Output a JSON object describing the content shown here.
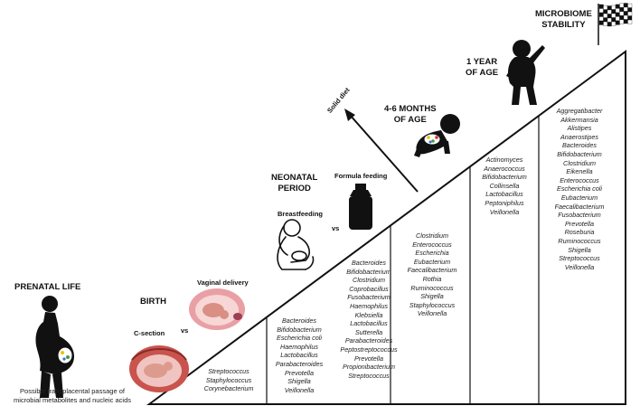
{
  "stages": {
    "prenatal": "PRENATAL LIFE",
    "birth": "BIRTH",
    "neonatal_line1": "NEONATAL",
    "neonatal_line2": "PERIOD",
    "months_line1": "4-6 MONTHS",
    "months_line2": "OF AGE",
    "year_line1": "1 YEAR",
    "year_line2": "OF AGE",
    "stability_line1": "MICROBIOME",
    "stability_line2": "STABILITY"
  },
  "labels": {
    "c_section": "C-section",
    "vaginal": "Vaginal delivery",
    "vs1": "vs",
    "breastfeeding": "Breastfeeding",
    "formula": "Formula feeding",
    "vs2": "vs",
    "solid_diet": "Solid diet"
  },
  "prenatal_caption": [
    "Possible transplacental passage of",
    "microbial metabolites and nucleic acids"
  ],
  "bacteria": {
    "c_section": [
      "Streptococcus",
      "Staphylococcus",
      "Corynebacterium"
    ],
    "vaginal": [
      "Bacteroides",
      "Bifidobacterium",
      "Escherichia coli",
      "Haemophilus",
      "Lactobacillus",
      "Parabacteroides",
      "Prevotella",
      "Shigella",
      "Veillonella"
    ],
    "breastfeeding": [
      "Bacteroides",
      "Bifidobacterium",
      "Clostridium",
      "Coprobacillus",
      "Fusobacterium",
      "Haemophilus",
      "Klebsiella",
      "Lactobacillus",
      "Sutterella",
      "Parabacteroides",
      "Peptostreptococcus",
      "Prevotella",
      "Propionibacterium",
      "Streptococcus"
    ],
    "formula": [
      "Clostridium",
      "Enterococcus",
      "Escherichia",
      "Eubacterium",
      "Faecalibacterium",
      "Rothia",
      "Ruminococcus",
      "Shigella",
      "Staphylococcus",
      "Veillonella"
    ],
    "months": [
      "Actinomyces",
      "Anaerococcus",
      "Bifidobacterium",
      "Collinsella",
      "Lactobacillus",
      "Peptoniphilus",
      "Veillonella"
    ],
    "year": [
      "Aggregatibacter",
      "Akkermansia",
      "Alistipes",
      "Anaerostipes",
      "Bacteroides",
      "Bifidobacterium",
      "Clostridium",
      "Eikenella",
      "Enterococcus",
      "Escherichia coli",
      "Eubacterium",
      "Faecalibacterium",
      "Fusobacterium",
      "Prevotella",
      "Roseburia",
      "Ruminococcus",
      "Shigella",
      "Streptococcus",
      "Veillonella"
    ]
  }
}
